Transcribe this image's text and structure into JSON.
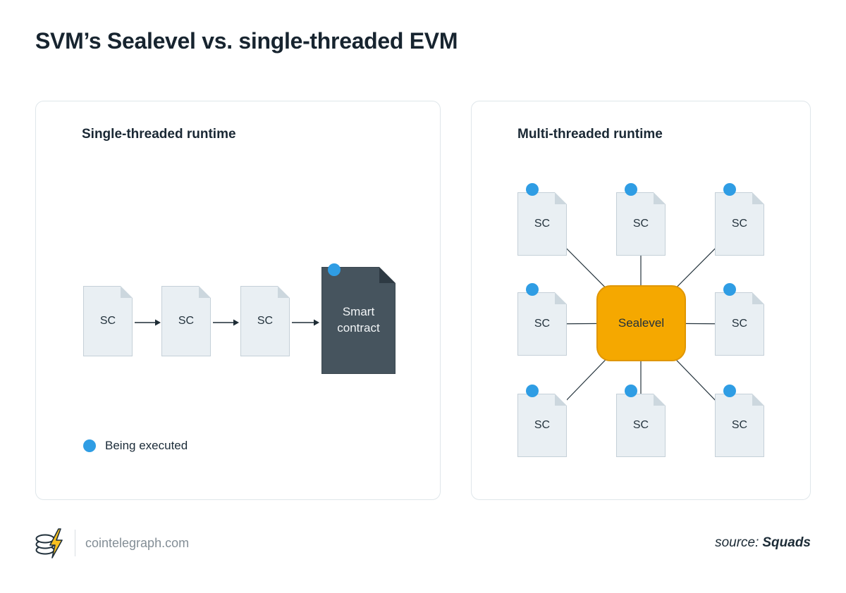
{
  "title": "SVM’s Sealevel vs. single-threaded EVM",
  "left_panel": {
    "heading": "Single-threaded runtime",
    "queue": [
      "SC",
      "SC",
      "SC"
    ],
    "active_label": "Smart contract",
    "legend": "Being executed"
  },
  "right_panel": {
    "heading": "Multi-threaded runtime",
    "center_label": "Sealevel",
    "docs": [
      "SC",
      "SC",
      "SC",
      "SC",
      "SC",
      "SC",
      "SC",
      "SC"
    ]
  },
  "footer": {
    "site": "cointelegraph.com",
    "source_label": "source:",
    "source_value": "Squads"
  },
  "colors": {
    "accent_blue": "#2F9DE4",
    "accent_amber": "#F5A800",
    "doc_fill": "#E9EFF3",
    "dark_doc_fill": "#46545E",
    "ink": "#1C2B36"
  }
}
